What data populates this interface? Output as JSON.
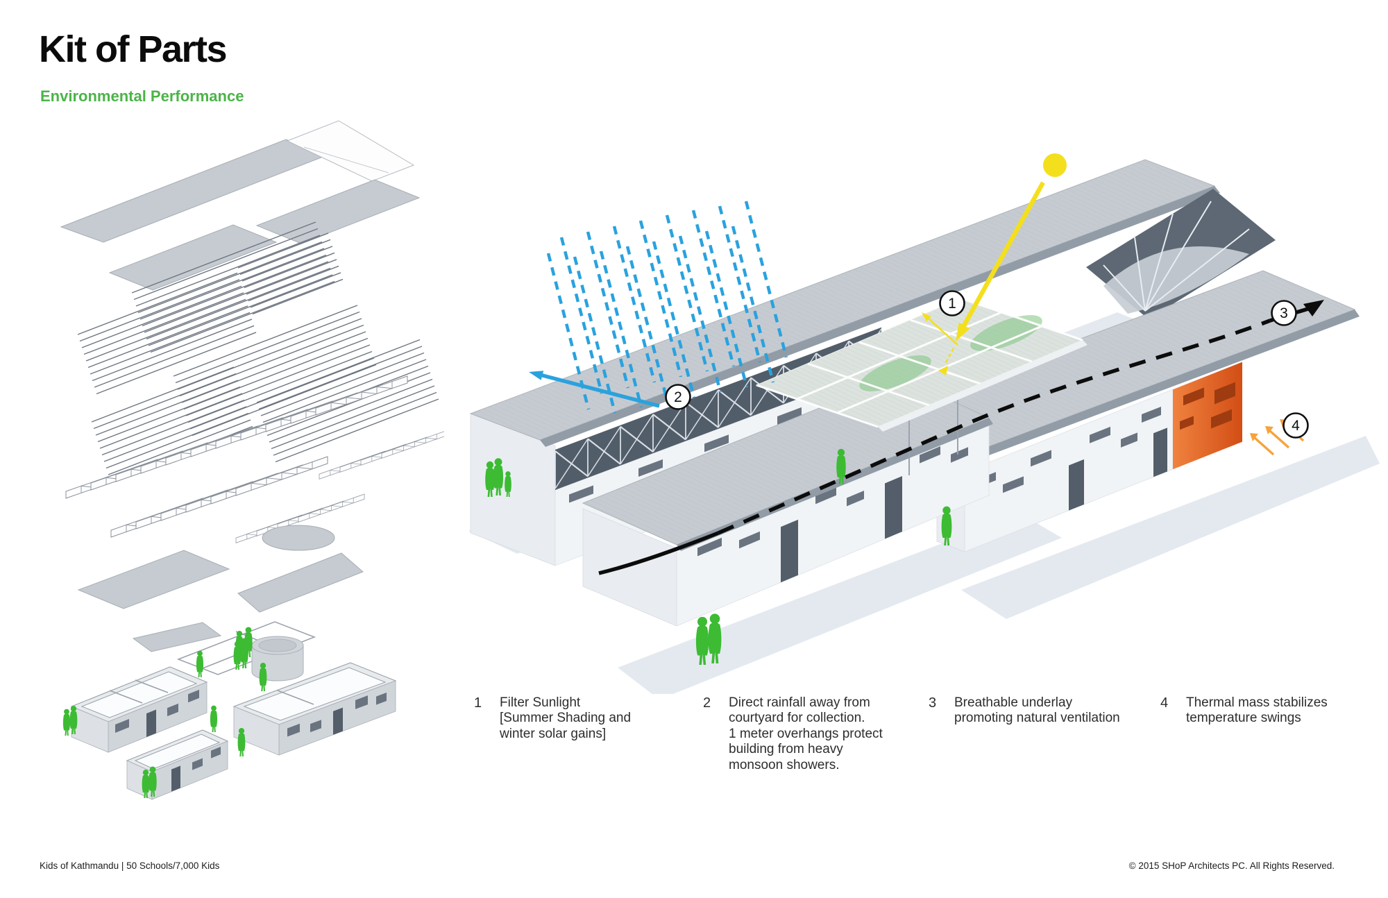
{
  "header": {
    "title": "Kit of Parts",
    "subtitle": "Environmental Performance"
  },
  "legend": {
    "items": [
      {
        "num": "1",
        "text": "Filter Sunlight\n[Summer Shading and\nwinter solar gains]"
      },
      {
        "num": "2",
        "text": "Direct rainfall away from\ncourtyard for collection.\n1 meter overhangs protect\nbuilding from heavy\nmonsoon showers."
      },
      {
        "num": "3",
        "text": "Breathable underlay\npromoting natural ventilation"
      },
      {
        "num": "4",
        "text": "Thermal mass stabilizes\ntemperature swings"
      }
    ]
  },
  "footer": {
    "left": "Kids of Kathmandu | 50 Schools/7,000 Kids",
    "right": "© 2015 SHoP Architects PC. All Rights Reserved."
  },
  "colors": {
    "ink": "#111111",
    "accent_green": "#4BB448",
    "rain_blue": "#2AA2DE",
    "sun_yellow": "#F4DF1D",
    "heat_orange": "#E2592A",
    "people_green": "#3CBB33"
  },
  "icons": {
    "sun-icon": "yellow-circle",
    "sunlight-arrow-icon": "yellow-arrow",
    "rain-icon": "dashed-blue-lines",
    "runoff-arrow-icon": "blue-arrow",
    "airflow-arrow-icon": "black-dashed-curve-arrow",
    "heat-arrows-icon": "small-orange-arrows",
    "person-icon": "green-silhouette"
  }
}
